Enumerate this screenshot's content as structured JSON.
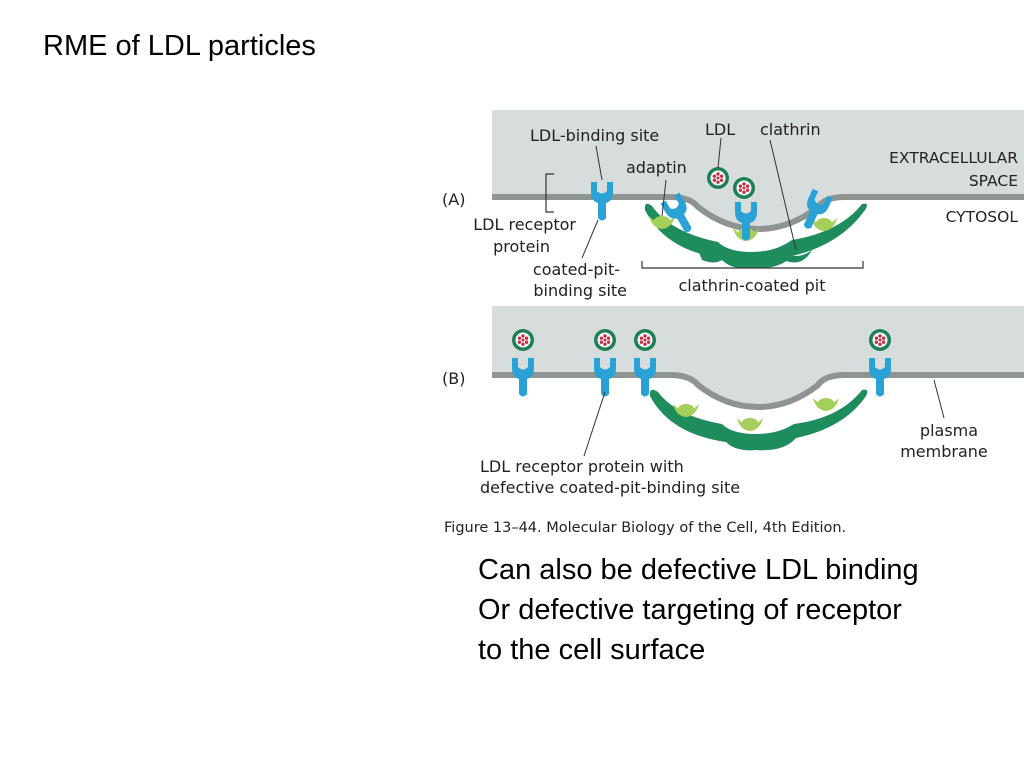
{
  "slide": {
    "title": "RME of LDL particles"
  },
  "figure": {
    "panel_a": {
      "label": "(A)",
      "ldl_binding_site": "LDL-binding site",
      "ldl": "LDL",
      "clathrin": "clathrin",
      "adaptin": "adaptin",
      "extracellular_line1": "EXTRACELLULAR",
      "extracellular_line2": "SPACE",
      "cytosol": "CYTOSOL",
      "receptor_line1": "LDL receptor",
      "receptor_line2": "protein",
      "coated_pit_line1": "coated-pit-",
      "coated_pit_line2": "binding site",
      "clathrin_coated_pit": "clathrin-coated pit"
    },
    "panel_b": {
      "label": "(B)",
      "plasma_line1": "plasma",
      "plasma_line2": "membrane",
      "defective_line1": "LDL receptor protein with",
      "defective_line2": "defective coated-pit-binding site"
    },
    "caption": "Figure 13–44. Molecular Biology of the Cell, 4th Edition."
  },
  "notes": [
    "Can also be defective LDL binding",
    "Or defective targeting of receptor",
    "to the cell surface"
  ],
  "colors": {
    "extracellular_fill": "#d7dddc",
    "membrane": "#8e9492",
    "receptor": "#2aa2d6",
    "clathrin": "#1f8c5e",
    "adaptin": "#a5cf5b",
    "ldl_shell": "#1e7f55",
    "ldl_core": "#c2304a"
  }
}
